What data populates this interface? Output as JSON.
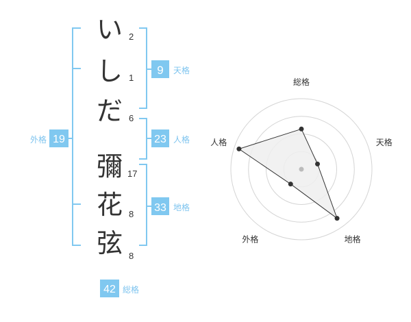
{
  "name": {
    "given_chars": [
      {
        "char": "い",
        "strokes": "2"
      },
      {
        "char": "し",
        "strokes": "1"
      },
      {
        "char": "だ",
        "strokes": "6"
      }
    ],
    "surname_chars": [
      {
        "char": "彌",
        "strokes": "17"
      },
      {
        "char": "花",
        "strokes": "8"
      },
      {
        "char": "弦",
        "strokes": "8"
      }
    ]
  },
  "fortune": {
    "tenkaku": {
      "value": "9",
      "label": "天格"
    },
    "jinkaku": {
      "value": "23",
      "label": "人格"
    },
    "chikaku": {
      "value": "33",
      "label": "地格"
    },
    "gaikaku": {
      "value": "19",
      "label": "外格"
    },
    "soukaku": {
      "value": "42",
      "label": "総格"
    }
  },
  "chart_data": {
    "type": "radar",
    "axes": [
      "総格",
      "天格",
      "地格",
      "外格",
      "人格"
    ],
    "values": [
      0.57,
      0.24,
      0.86,
      0.26,
      0.93
    ],
    "rings": 4,
    "max": 1
  },
  "colors": {
    "accent": "#80c8f0",
    "label": "#7ec4ef",
    "text": "#333333",
    "ring": "#d4d4d4",
    "polygon_fill": "#eeeeee",
    "polygon_stroke": "#333333",
    "center_dot": "#bbbbbb"
  }
}
